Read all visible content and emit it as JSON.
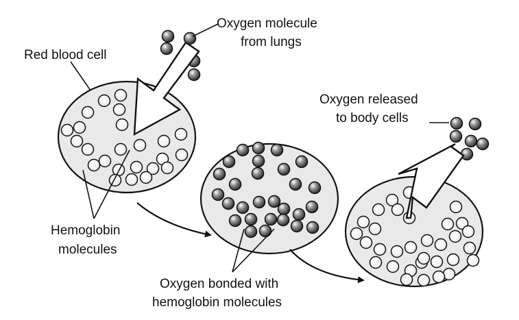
{
  "labels": {
    "red_blood_cell": "Red blood cell",
    "oxygen_from_lungs_line1": "Oxygen molecule",
    "oxygen_from_lungs_line2": "from lungs",
    "oxygen_released_line1": "Oxygen released",
    "oxygen_released_line2": "to body cells",
    "hemoglobin_line1": "Hemoglobin",
    "hemoglobin_line2": "molecules",
    "bonded_line1": "Oxygen bonded with",
    "bonded_line2": "hemoglobin molecules"
  },
  "colors": {
    "ink": "#111111",
    "cell_fill": "#e9e9e9",
    "hemoglobin_fill": "#f4f4f4",
    "oxygen_fill": "#555555",
    "arrow_fill": "#ffffff"
  }
}
